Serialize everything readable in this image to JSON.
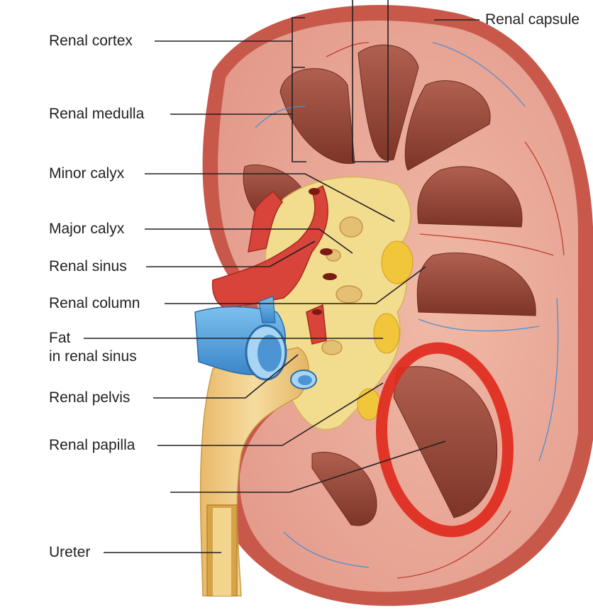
{
  "figure": {
    "labels": {
      "renal_capsule": "Renal capsule",
      "renal_cortex": "Renal cortex",
      "renal_medulla": "Renal medulla",
      "minor_calyx": "Minor calyx",
      "major_calyx": "Major calyx",
      "renal_sinus": "Renal sinus",
      "renal_column": "Renal column",
      "fat_in_renal_sinus": "Fat\nin renal sinus",
      "renal_pelvis": "Renal pelvis",
      "renal_papilla": "Renal papilla",
      "ureter": "Ureter"
    },
    "colors": {
      "capsule": "#c8584a",
      "cortex": "#e6a08c",
      "medulla": "#9a4a3c",
      "sinus_fat": "#f0d080",
      "pelvis": "#e8c170",
      "artery": "#d9443a",
      "vein": "#5aa8e0",
      "highlight_circle": "#e02a1e"
    }
  }
}
